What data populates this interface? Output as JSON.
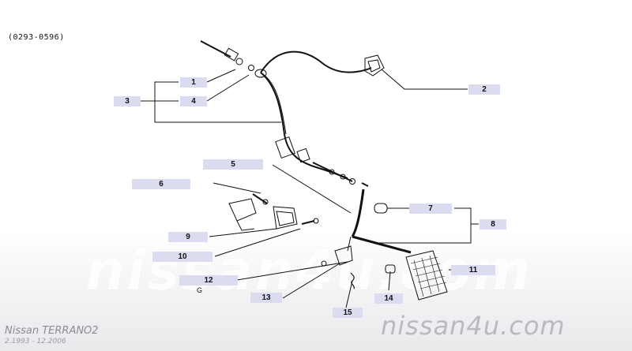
{
  "diagram_code": "(0293-0596)",
  "callouts": {
    "c1": "1",
    "c2": "2",
    "c3": "3",
    "c4": "4",
    "c5": "5",
    "c6": "6",
    "c7": "7",
    "c8": "8",
    "c9": "9",
    "c10": "10",
    "c11": "11",
    "c12": "12",
    "c13": "13",
    "c14": "14",
    "c15": "15"
  },
  "g_mark": "G",
  "footer": {
    "model": "Nissan TERRANO2",
    "years": "2.1993 - 12.2006",
    "watermark_small": "nissan4u.com",
    "watermark_large": "nissan4u.com"
  },
  "colors": {
    "callout_fill": "#dcdcf0",
    "line": "#111111"
  }
}
